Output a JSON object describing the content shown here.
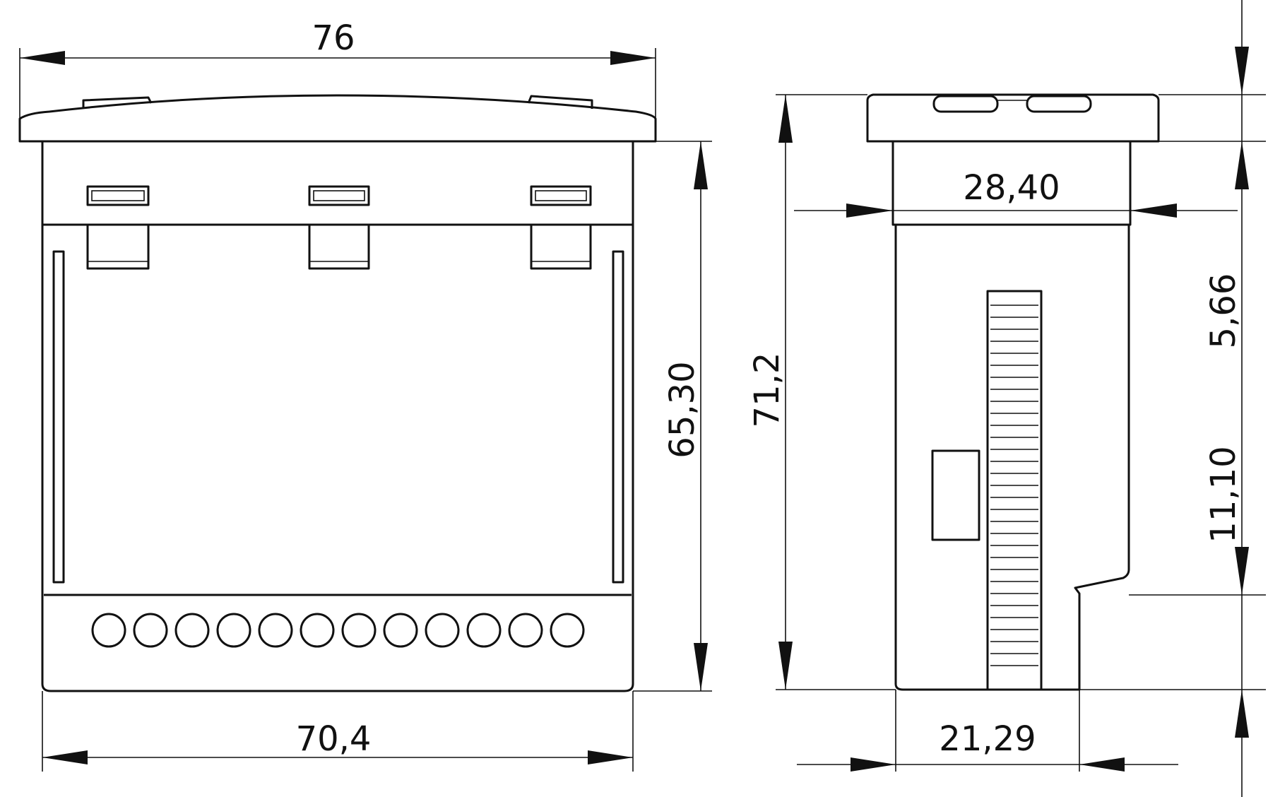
{
  "dimensions": {
    "front_top_width": "76",
    "front_bottom_width": "70,4",
    "front_height": "65,30",
    "side_total_height": "71,2",
    "side_body_width": "28,40",
    "side_depth": "21,29",
    "side_upper_offset": "5,66",
    "side_lower_offset": "11,10"
  }
}
